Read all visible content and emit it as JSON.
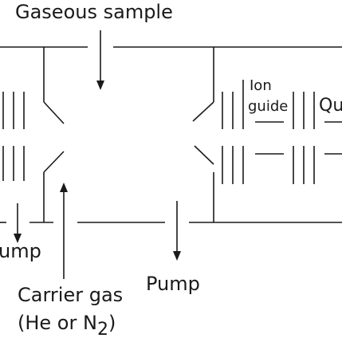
{
  "labels": {
    "gaseous_sample": "Gaseous sample",
    "ion_line1": "Ion",
    "ion_line2": "guide",
    "qu_partial": "Qu",
    "pump_left_partial": "ump",
    "pump_center": "Pump",
    "carrier_line1": "Carrier gas",
    "carrier_line2_prefix": "(He or N",
    "carrier_line2_sub": "2",
    "carrier_line2_suffix": ")"
  }
}
